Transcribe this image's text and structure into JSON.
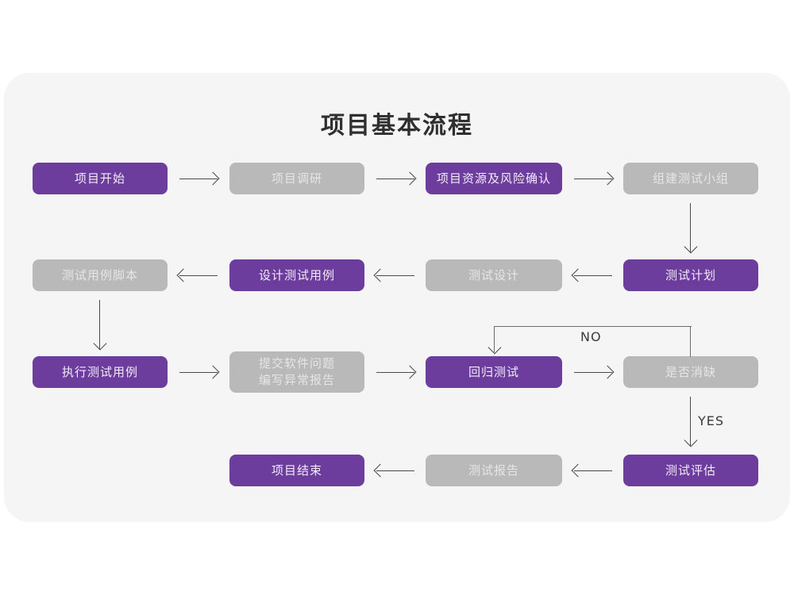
{
  "page": {
    "title": "项目基本流程",
    "background_color": "#ffffff",
    "card_color": "#f5f5f5"
  },
  "theme": {
    "purple": "#6d3d9e",
    "purple_text": "#f2eaf7",
    "gray": "#b9b9b9",
    "gray_text": "#e6e6e6",
    "connector": "#4a4a4a"
  },
  "chart_data": {
    "type": "diagram",
    "title": "项目基本流程",
    "nodes": [
      {
        "id": "n1",
        "label": "项目开始",
        "style": "purple",
        "row": 1,
        "col": 1
      },
      {
        "id": "n2",
        "label": "项目调研",
        "style": "gray",
        "row": 1,
        "col": 2
      },
      {
        "id": "n3",
        "label": "项目资源及风险确认",
        "style": "purple",
        "row": 1,
        "col": 3
      },
      {
        "id": "n4",
        "label": "组建测试小组",
        "style": "gray",
        "row": 1,
        "col": 4
      },
      {
        "id": "n5",
        "label": "测试计划",
        "style": "purple",
        "row": 2,
        "col": 4
      },
      {
        "id": "n6",
        "label": "测试设计",
        "style": "gray",
        "row": 2,
        "col": 3
      },
      {
        "id": "n7",
        "label": "设计测试用例",
        "style": "purple",
        "row": 2,
        "col": 2
      },
      {
        "id": "n8",
        "label": "测试用例脚本",
        "style": "gray",
        "row": 2,
        "col": 1
      },
      {
        "id": "n9",
        "label": "执行测试用例",
        "style": "purple",
        "row": 3,
        "col": 1
      },
      {
        "id": "n10",
        "label": "提交软件问题\n编写异常报告",
        "style": "gray",
        "row": 3,
        "col": 2
      },
      {
        "id": "n11",
        "label": "回归测试",
        "style": "purple",
        "row": 3,
        "col": 3
      },
      {
        "id": "n12",
        "label": "是否消缺",
        "style": "gray",
        "row": 3,
        "col": 4
      },
      {
        "id": "n13",
        "label": "测试评估",
        "style": "purple",
        "row": 4,
        "col": 4
      },
      {
        "id": "n14",
        "label": "测试报告",
        "style": "gray",
        "row": 4,
        "col": 3
      },
      {
        "id": "n15",
        "label": "项目结束",
        "style": "purple",
        "row": 4,
        "col": 2
      }
    ],
    "edges": [
      {
        "from": "n1",
        "to": "n2",
        "label": "",
        "direction": "right"
      },
      {
        "from": "n2",
        "to": "n3",
        "label": "",
        "direction": "right"
      },
      {
        "from": "n3",
        "to": "n4",
        "label": "",
        "direction": "right"
      },
      {
        "from": "n4",
        "to": "n5",
        "label": "",
        "direction": "down"
      },
      {
        "from": "n5",
        "to": "n6",
        "label": "",
        "direction": "left"
      },
      {
        "from": "n6",
        "to": "n7",
        "label": "",
        "direction": "left"
      },
      {
        "from": "n7",
        "to": "n8",
        "label": "",
        "direction": "left"
      },
      {
        "from": "n8",
        "to": "n9",
        "label": "",
        "direction": "down"
      },
      {
        "from": "n9",
        "to": "n10",
        "label": "",
        "direction": "right"
      },
      {
        "from": "n10",
        "to": "n11",
        "label": "",
        "direction": "right"
      },
      {
        "from": "n11",
        "to": "n12",
        "label": "",
        "direction": "right"
      },
      {
        "from": "n12",
        "to": "n11",
        "label": "NO",
        "direction": "loop-back-up"
      },
      {
        "from": "n12",
        "to": "n13",
        "label": "YES",
        "direction": "down"
      },
      {
        "from": "n13",
        "to": "n14",
        "label": "",
        "direction": "left"
      },
      {
        "from": "n14",
        "to": "n15",
        "label": "",
        "direction": "left"
      }
    ],
    "edge_labels": {
      "no": "NO",
      "yes": "YES"
    }
  }
}
